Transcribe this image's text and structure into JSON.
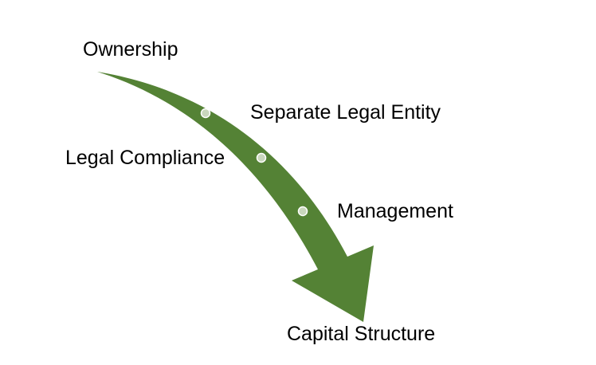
{
  "diagram": {
    "type": "curved-arrow-process",
    "arrow_color": "#548235",
    "marker_color": "#c9d7bd",
    "marker_stroke": "#ffffff",
    "steps": [
      {
        "label": "Ownership"
      },
      {
        "label": "Separate Legal Entity"
      },
      {
        "label": "Legal Compliance"
      },
      {
        "label": "Management"
      },
      {
        "label": "Capital Structure"
      }
    ]
  }
}
